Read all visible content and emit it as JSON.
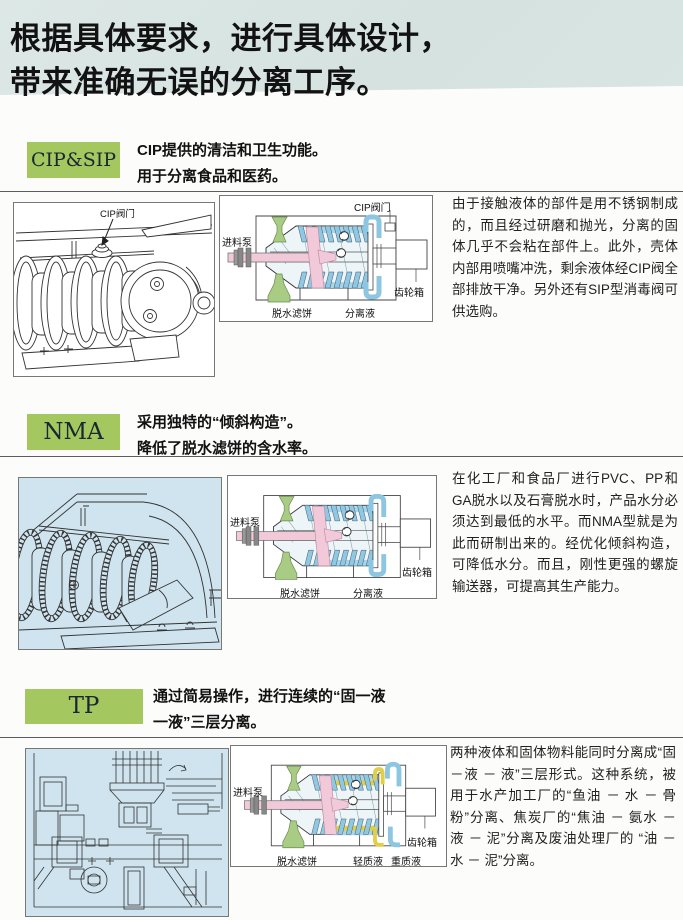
{
  "header": {
    "title_line1": "根据具体要求，进行具体设计，",
    "title_line2": "带来准确无误的分离工序。"
  },
  "sections": [
    {
      "label": "CIP&SIP",
      "desc_line1": "CIP提供的清洁和卫生功能。",
      "desc_line2": "用于分离食品和医药。",
      "paragraph": "由于接触液体的部件是用不锈钢制成的，而且经过研磨和抛光，分离的固体几乎不会粘在部件上。此外，壳体内部用喷嘴冲洗，剩余液体经CIP阀全部排放干净。另外还有SIP型消毒阀可供选购。",
      "machine_callout": "CIP阀门",
      "labels": {
        "feed": "进料泵",
        "cip": "CIP阀门",
        "gearbox": "齿轮箱",
        "cake": "脱水滤饼",
        "separated": "分离液"
      }
    },
    {
      "label": "NMA",
      "desc_line1": "采用独特的“倾斜构造”。",
      "desc_line2": "降低了脱水滤饼的含水率。",
      "paragraph": "在化工厂和食品厂进行PVC、PP和GA脱水以及石膏脱水时，产品水分必须达到最低的水平。而NMA型就是为此而研制出来的。经优化倾斜构造，可降低水分。而且，刚性更强的螺旋输送器，可提高其生产能力。",
      "labels": {
        "feed": "进料泵",
        "gearbox": "齿轮箱",
        "cake": "脱水滤饼",
        "separated": "分离液"
      }
    },
    {
      "label": "TP",
      "desc_line1": "通过简易操作，进行连续的“固一液",
      "desc_line2": "一液”三层分离。",
      "paragraph": "两种液体和固体物料能同时分离成“固－液 － 液”三层形式。这种系统，被用于水产加工厂的“鱼油 － 水 － 骨粉”分离、焦炭厂的“焦油 － 氨水 － 液 － 泥”分离及废油处理厂的 “油 － 水 － 泥”分离。",
      "labels": {
        "feed": "进料泵",
        "gearbox": "齿轮箱",
        "cake": "脱水滤饼",
        "light": "轻质液",
        "heavy": "重质液"
      }
    }
  ],
  "colors": {
    "band": "#d8e3e1",
    "label_box": "#a4c75f",
    "machine_bg_blue": "#cfe4ef",
    "pink": "#f2c9d8",
    "green": "#a8cc84",
    "blue": "#8fc8e2",
    "yellow": "#e2cf45"
  }
}
